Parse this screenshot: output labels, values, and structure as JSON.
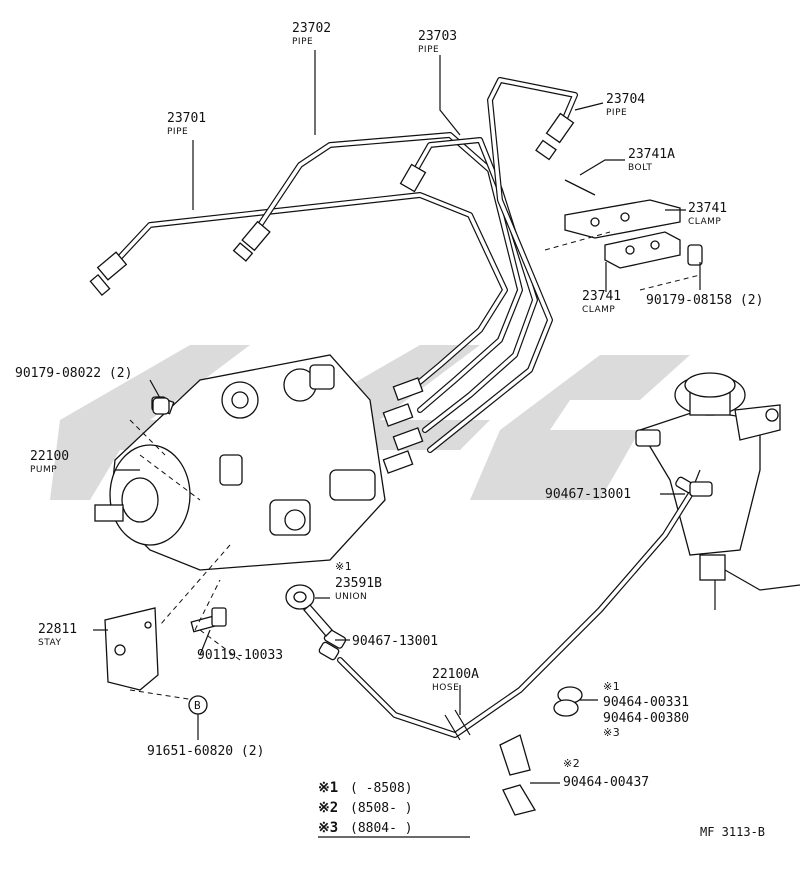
{
  "parts": {
    "p23701": {
      "number": "23701",
      "name": "PIPE"
    },
    "p23702": {
      "number": "23702",
      "name": "PIPE"
    },
    "p23703": {
      "number": "23703",
      "name": "PIPE"
    },
    "p23704": {
      "number": "23704",
      "name": "PIPE"
    },
    "p23741A": {
      "number": "23741A",
      "name": "BOLT"
    },
    "p23741a": {
      "number": "23741",
      "name": "CLAMP"
    },
    "p23741b": {
      "number": "23741",
      "name": "CLAMP"
    },
    "p22100": {
      "number": "22100",
      "name": "PUMP"
    },
    "p23591B": {
      "number": "23591B",
      "name": "UNION",
      "note": "※1"
    },
    "p22811": {
      "number": "22811",
      "name": "STAY"
    },
    "p22100A": {
      "number": "22100A",
      "name": "HOSE"
    }
  },
  "numbers": {
    "n90179_08022": "90179-08022 (2)",
    "n90179_08158": "90179-08158 (2)",
    "n90467_13001a": "90467-13001",
    "n90467_13001b": "90467-13001",
    "n90119_10033": "90119-10033",
    "n91651_60820": "91651-60820 (2)",
    "n90464_00331": "90464-00331",
    "n90464_00380": "90464-00380",
    "n90464_00437": "90464-00437",
    "mark1": "※1",
    "mark3": "※3",
    "mark2": "※2",
    "circle_b": "B"
  },
  "notes": [
    {
      "mark": "※1",
      "range": "(      -8508)"
    },
    {
      "mark": "※2",
      "range": "(8508-       )"
    },
    {
      "mark": "※3",
      "range": "(8804-       )"
    }
  ],
  "ref_code": "MF 3113-B"
}
